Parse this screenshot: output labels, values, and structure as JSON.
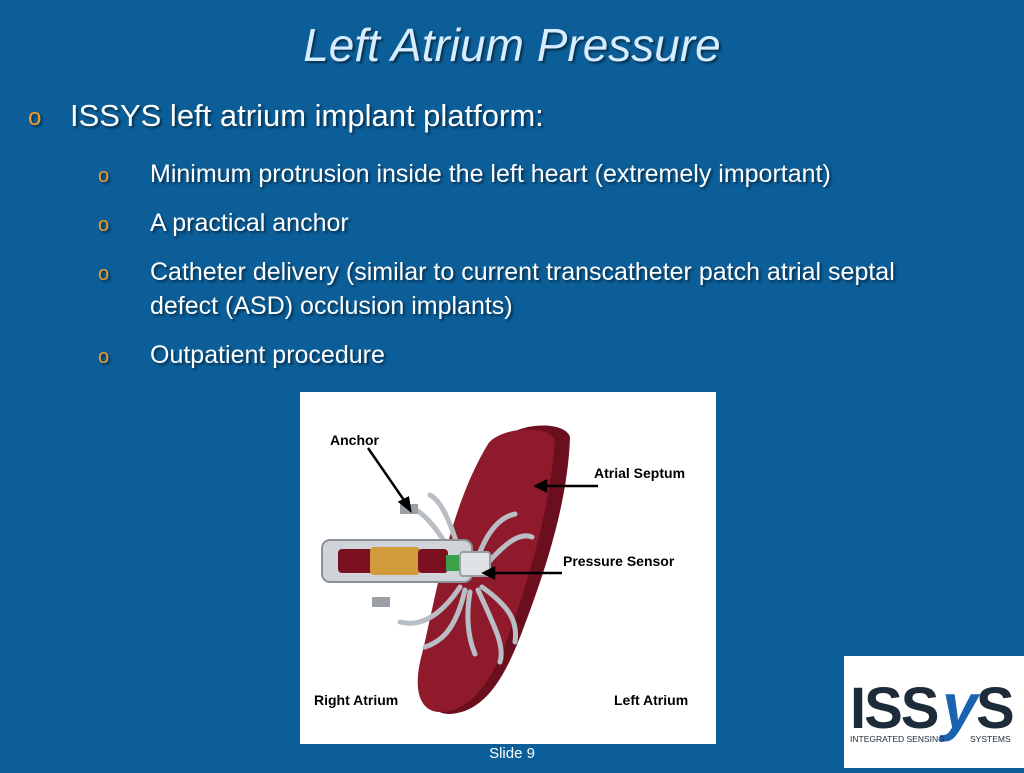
{
  "slide": {
    "title": "Left Atrium Pressure",
    "bullet_main": "ISSYS left atrium implant platform:",
    "marker": "o",
    "sub_bullets": [
      "Minimum protrusion inside the left heart (extremely important)",
      "A practical anchor",
      "Catheter delivery  (similar to current transcatheter patch atrial septal defect (ASD) occlusion implants)",
      "Outpatient procedure"
    ],
    "footer": "Slide 9"
  },
  "figure": {
    "labels": {
      "anchor": "Anchor",
      "atrial_septum": "Atrial Septum",
      "pressure_sensor": "Pressure Sensor",
      "right_atrium": "Right Atrium",
      "left_atrium": "Left Atrium"
    }
  },
  "logo": {
    "wordmark": "ISSYS",
    "tagline": "INTEGRATED SENSING SYSTEMS"
  },
  "colors": {
    "background": "#0c5e98",
    "bullet_marker": "#f29a28",
    "title": "#d6ecff",
    "septum": "#8e1a2b"
  }
}
